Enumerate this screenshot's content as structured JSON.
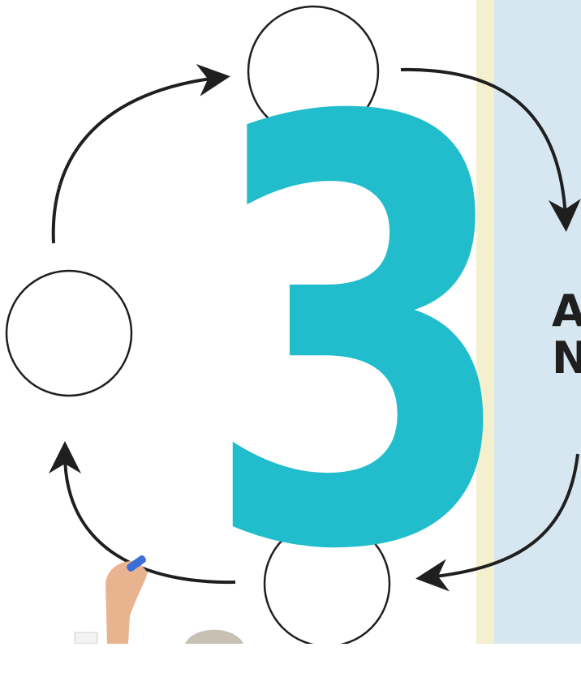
{
  "graphic": {
    "big_number": "3",
    "number_color": "#22bdcc",
    "arrow_color": "#1f1f1f"
  },
  "side_panel": {
    "line1": "A",
    "line2": "N",
    "panel_color": "#d6e7f1",
    "stripe_color": "#f4efcc"
  },
  "cycle_nodes": [
    "empty-circle",
    "empty-circle",
    "empty-circle"
  ],
  "figure": {
    "description_icon": "hand-holding-marker-icon"
  }
}
